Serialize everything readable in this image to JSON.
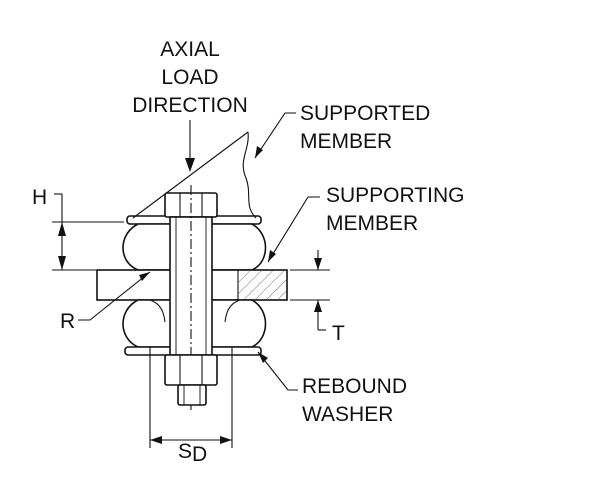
{
  "labels": {
    "axial_1": "AXIAL",
    "axial_2": "LOAD",
    "axial_3": "DIRECTION",
    "supported_1": "SUPPORTED",
    "supported_2": "MEMBER",
    "supporting_1": "SUPPORTING",
    "supporting_2": "MEMBER",
    "h": "H",
    "r": "R",
    "t": "T",
    "s": "S",
    "s_sub": "D",
    "rebound_1": "REBOUND",
    "rebound_2": "WASHER"
  }
}
